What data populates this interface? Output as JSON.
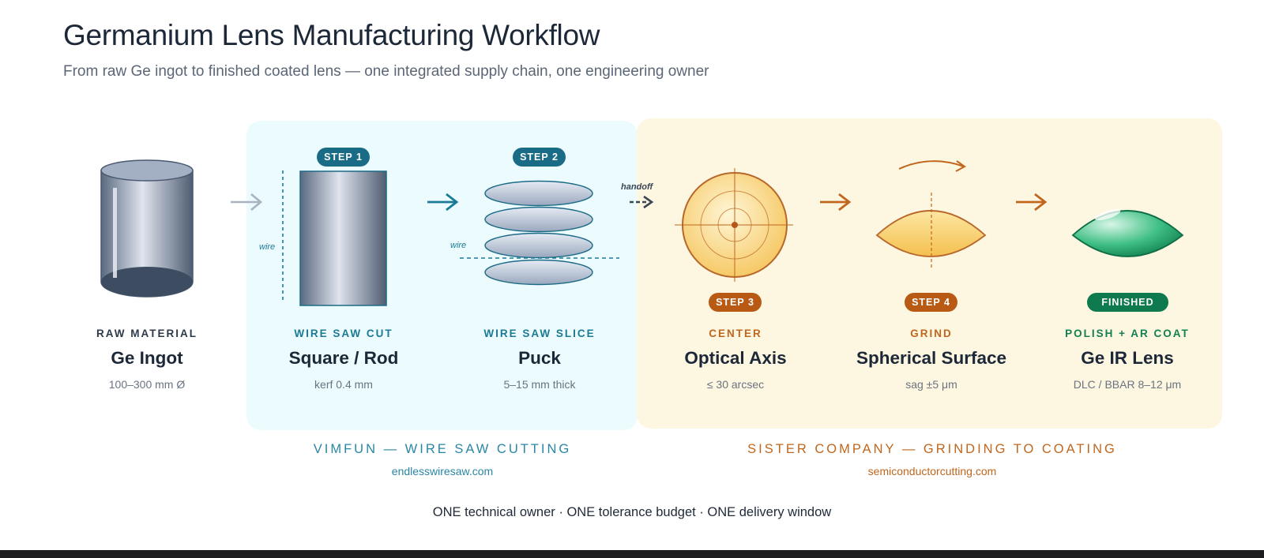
{
  "header": {
    "title": "Germanium Lens Manufacturing Workflow",
    "subtitle": "From raw Ge ingot to finished coated lens — one integrated supply chain, one engineering owner"
  },
  "stages": [
    {
      "category": "RAW MATERIAL",
      "name": "Ge Ingot",
      "spec": "100–300 mm Ø"
    },
    {
      "badge": "STEP 1",
      "category": "WIRE SAW CUT",
      "name": "Square / Rod",
      "spec": "kerf 0.4 mm",
      "annotation": "wire"
    },
    {
      "badge": "STEP 2",
      "category": "WIRE SAW SLICE",
      "name": "Puck",
      "spec": "5–15 mm thick",
      "annotation": "wire"
    },
    {
      "badge": "STEP 3",
      "category": "CENTER",
      "name": "Optical Axis",
      "spec": "≤ 30 arcsec"
    },
    {
      "badge": "STEP 4",
      "category": "GRIND",
      "name": "Spherical Surface",
      "spec": "sag ±5 μm"
    },
    {
      "badge": "FINISHED",
      "category": "POLISH + AR COAT",
      "name": "Ge IR Lens",
      "spec": "DLC / BBAR 8–12 μm"
    }
  ],
  "handoff_label": "handoff",
  "companies": [
    {
      "label": "VIMFUN — WIRE SAW CUTTING",
      "url": "endlesswiresaw.com"
    },
    {
      "label": "SISTER COMPANY — GRINDING TO COATING",
      "url": "semiconductorcutting.com"
    }
  ],
  "footer_note": "ONE technical owner · ONE tolerance budget · ONE delivery window",
  "colors": {
    "teal_accent": "#1a6b85",
    "orange_accent": "#b85a14",
    "green_accent": "#0f7a4e",
    "vimfun_zone_bg": "#ecfbfe",
    "sister_zone_bg": "#fdf6e1"
  }
}
